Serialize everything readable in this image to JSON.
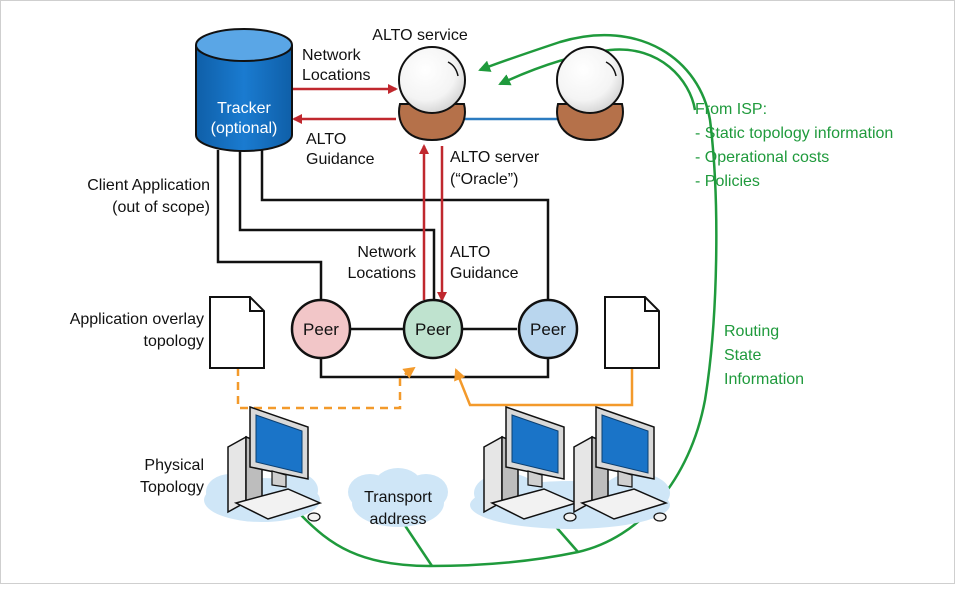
{
  "labels": {
    "alto_service": "ALTO service",
    "network_locations_top": [
      "Network",
      "Locations"
    ],
    "alto_guidance_top": [
      "ALTO",
      "Guidance"
    ],
    "tracker": [
      "Tracker",
      "(optional)"
    ],
    "alto_server": [
      "ALTO server",
      "(“Oracle”)"
    ],
    "client_app": [
      "Client Application",
      "(out of scope)"
    ],
    "network_locations_mid": [
      "Network",
      "Locations"
    ],
    "alto_guidance_mid": [
      "ALTO",
      "Guidance"
    ],
    "app_overlay": [
      "Application overlay",
      "topology"
    ],
    "peer_left": "Peer",
    "peer_center": "Peer",
    "peer_right": "Peer",
    "physical_topology": [
      "Physical",
      "Topology"
    ],
    "transport_address": [
      "Transport",
      "address"
    ],
    "from_isp": [
      "From ISP:",
      "- Static topology information",
      "- Operational costs",
      "- Policies"
    ],
    "routing_state": [
      "Routing",
      "State",
      "Information"
    ]
  },
  "colors": {
    "red_arrow": "#c0282e",
    "green_line": "#1f9a3c",
    "orange_arrow": "#f39a2b",
    "blue_link": "#2b7bc0",
    "tracker_blue": "#1572c4",
    "peer_pink": "#f2c6c8",
    "peer_green": "#bfe3cf",
    "peer_blue": "#b9d6ee",
    "orb_base": "#b5714a",
    "monitor_blue": "#1a74c8",
    "cloud_blue": "#cfe6f7"
  },
  "icons": [
    "database-icon",
    "crystal-ball-icon",
    "document-icon",
    "computer-icon",
    "cloud-icon"
  ]
}
